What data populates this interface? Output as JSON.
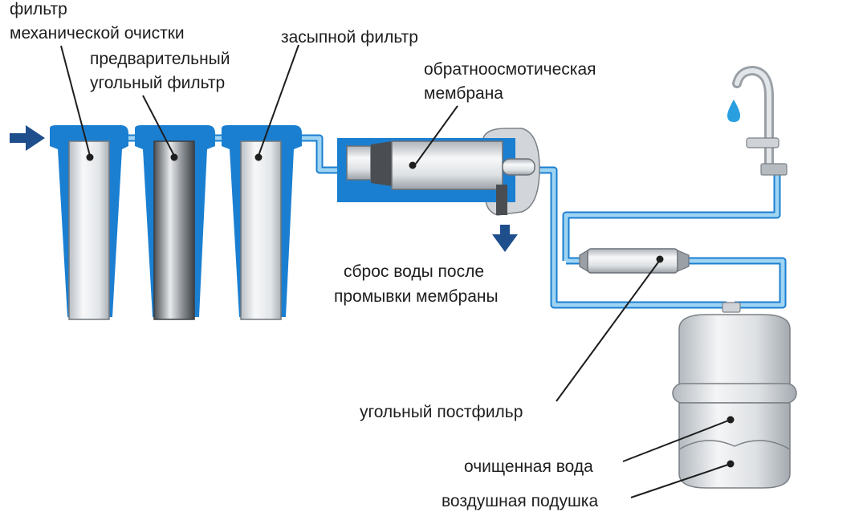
{
  "labels": {
    "mech_filter_line1": "фильтр",
    "mech_filter_line2": "механической очистки",
    "carbon_prefilter_line1": "предварительный",
    "carbon_prefilter_line2": "угольный фильтр",
    "granular_filter": "засыпной фильтр",
    "membrane_line1": "обратноосмотическая",
    "membrane_line2": "мембрана",
    "drain_line1": "сброс воды после",
    "drain_line2": "промывки мембраны",
    "carbon_postfilter": "угольный постфильр",
    "clean_water": "очищенная вода",
    "air_cushion": "воздушная подушка"
  },
  "colors": {
    "housing_blue": "#1b7fd1",
    "pipe_light_blue": "#9fd4f2",
    "arrow_navy": "#1f4e8c",
    "drop_blue": "#2a9fe0",
    "label_text": "#1e1e1e"
  }
}
